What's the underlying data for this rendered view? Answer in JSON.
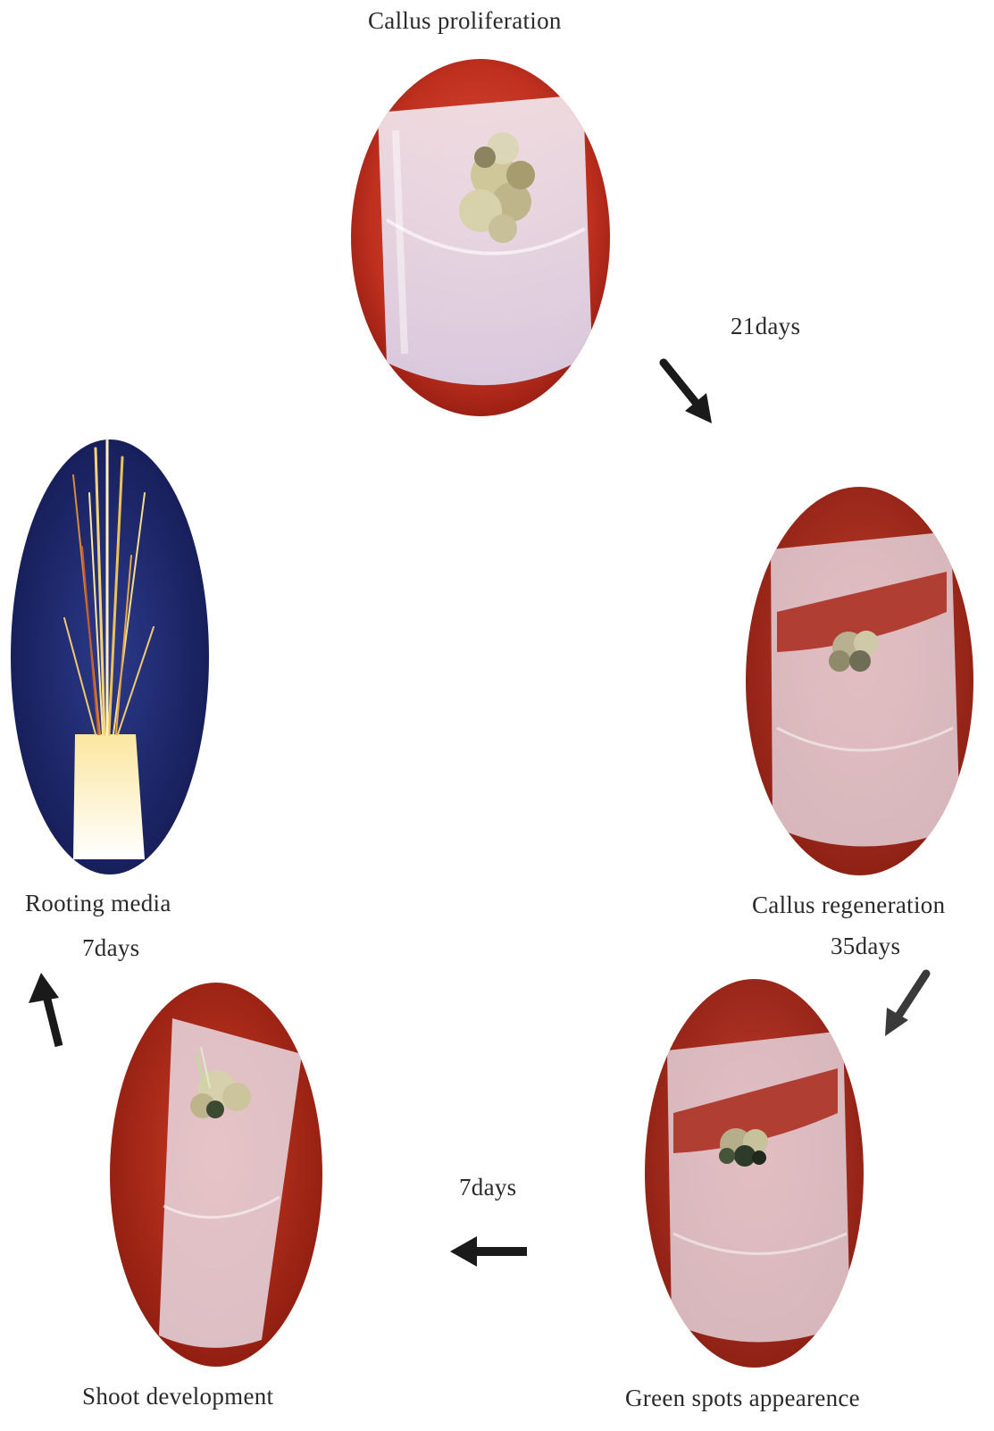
{
  "stages": {
    "callus_proliferation": "Callus proliferation",
    "callus_regeneration": "Callus regeneration",
    "green_spots": "Green spots appearence",
    "shoot_development": "Shoot  development",
    "rooting_media": "Rooting media"
  },
  "durations": {
    "to_regeneration": "21days",
    "to_green_spots": "35days",
    "to_shoot": "7days",
    "to_rooting": "7days"
  },
  "colors": {
    "red_background": "#b5281c",
    "blue_background": "#1b2466",
    "arrow": "#1a1a1a"
  }
}
